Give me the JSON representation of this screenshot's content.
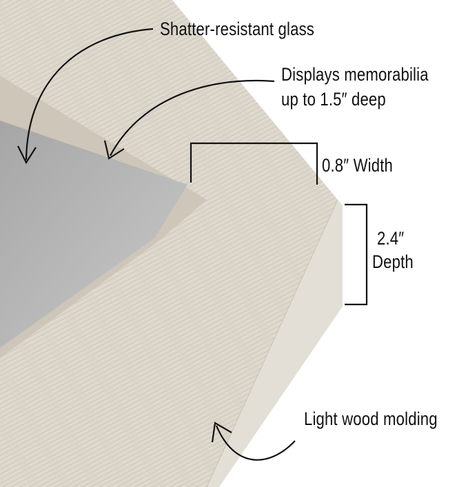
{
  "callouts": {
    "glass": "Shatter-resistant glass",
    "memorabilia_line1": "Displays memorabilia",
    "memorabilia_line2": "up to 1.5″ deep",
    "width": "0.8″ Width",
    "depth_value": "2.4″",
    "depth_label": "Depth",
    "molding": "Light wood molding"
  },
  "colors": {
    "wood_face": "#dcd6cb",
    "wood_lip": "#cfc8bb",
    "wood_side": "#e6e1d8",
    "glass": "#b4b4b4",
    "ink": "#111111"
  }
}
